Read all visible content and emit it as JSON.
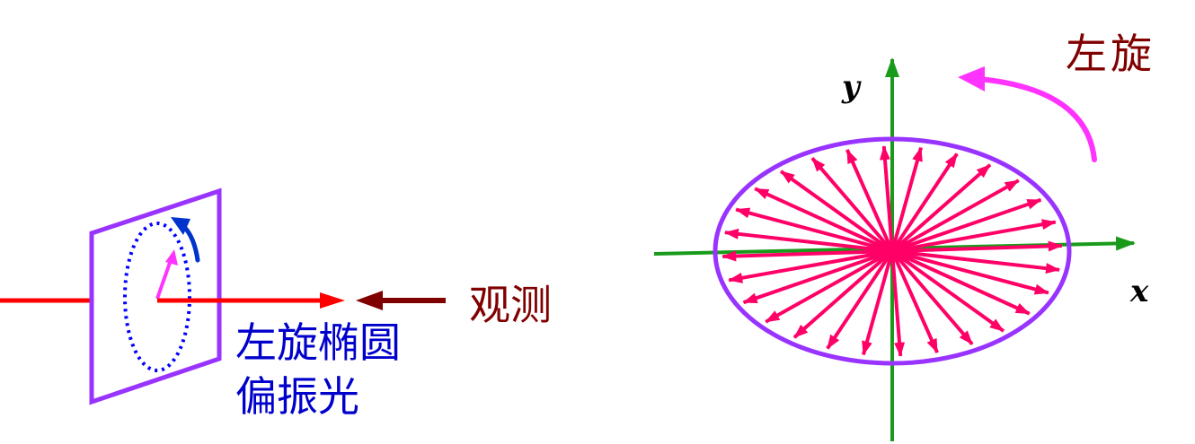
{
  "left_figure": {
    "observe_label": "观测",
    "caption_line1": "左旋椭圆",
    "caption_line2": "偏振光"
  },
  "right_figure": {
    "rotation_label": "左旋",
    "x_axis_label": "x",
    "y_axis_label": "y",
    "vector_count": 28
  },
  "colors": {
    "beam": "#ff0000",
    "observe_arrow": "#800000",
    "observe_text": "#800000",
    "plate": "#9933ff",
    "dotted_ellipse": "#0000ff",
    "rotation_arrow_left": "#0033cc",
    "field_vector_left": "#ff33ff",
    "caption_text": "#0000cc",
    "axes": "#1a9a1a",
    "ellipse": "#9933ff",
    "vectors": "#ff0066",
    "rotation_arrow_right": "#ff33ff",
    "rotation_text": "#800000",
    "axis_text": "#000000"
  }
}
